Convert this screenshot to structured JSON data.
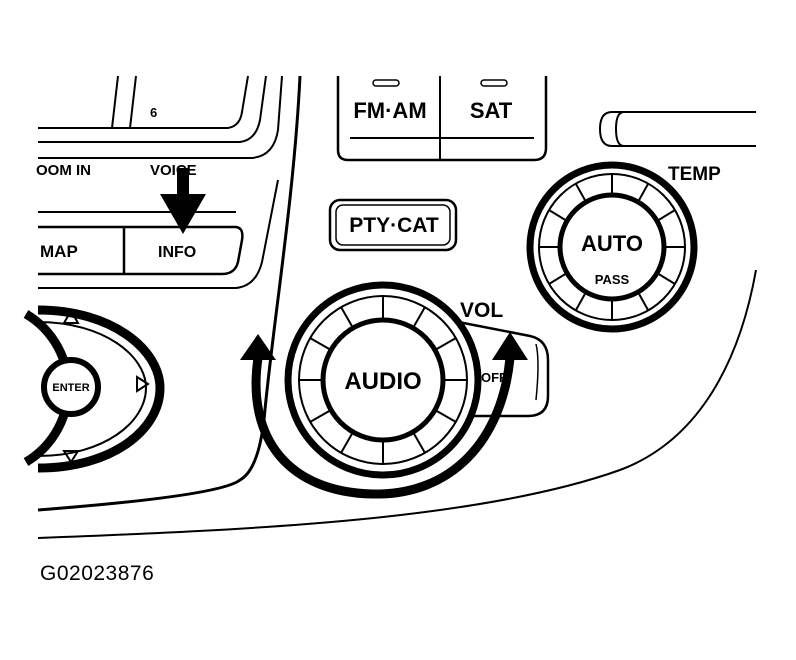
{
  "labels": {
    "preset_6": "6",
    "zoom_in": "OOM IN",
    "voice": "VOICE",
    "map": "MAP",
    "info": "INFO",
    "fm_am": "FM·AM",
    "sat": "SAT",
    "pty_cat": "PTY·CAT",
    "temp": "TEMP",
    "auto": "AUTO",
    "pass": "PASS",
    "vol": "VOL",
    "audio": "AUDIO",
    "off": "OFF",
    "enter": "ENTER"
  },
  "figure_id": "G02023876",
  "colors": {
    "ink": "#000000",
    "paper": "#ffffff"
  }
}
